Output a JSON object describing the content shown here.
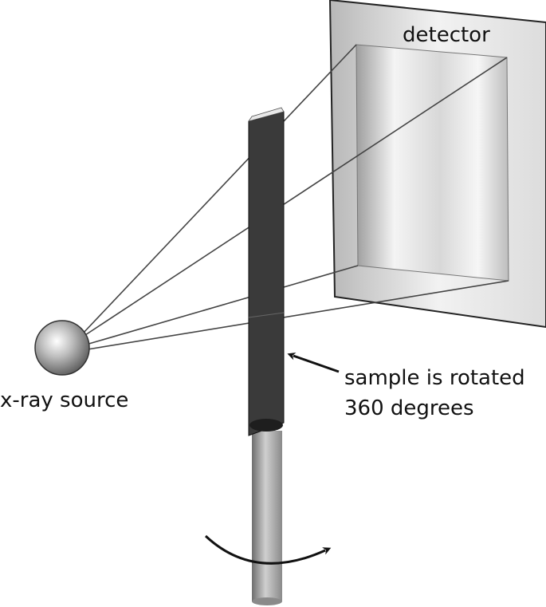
{
  "labels": {
    "detector": "detector",
    "xray_source": "x-ray source",
    "sample_line1": "sample is rotated",
    "sample_line2": "360 degrees"
  },
  "colors": {
    "detector_frame": "#eeeeee",
    "detector_stroke": "#222222",
    "sample_bar": "#3a3a3a",
    "shaft": "#a8a8a8",
    "beam_lines": "#444444",
    "source_sphere": "#9a9a9a",
    "text": "#111111"
  },
  "icons": {
    "rotation": "curved-arrow-icon",
    "pointer": "arrow-icon"
  }
}
